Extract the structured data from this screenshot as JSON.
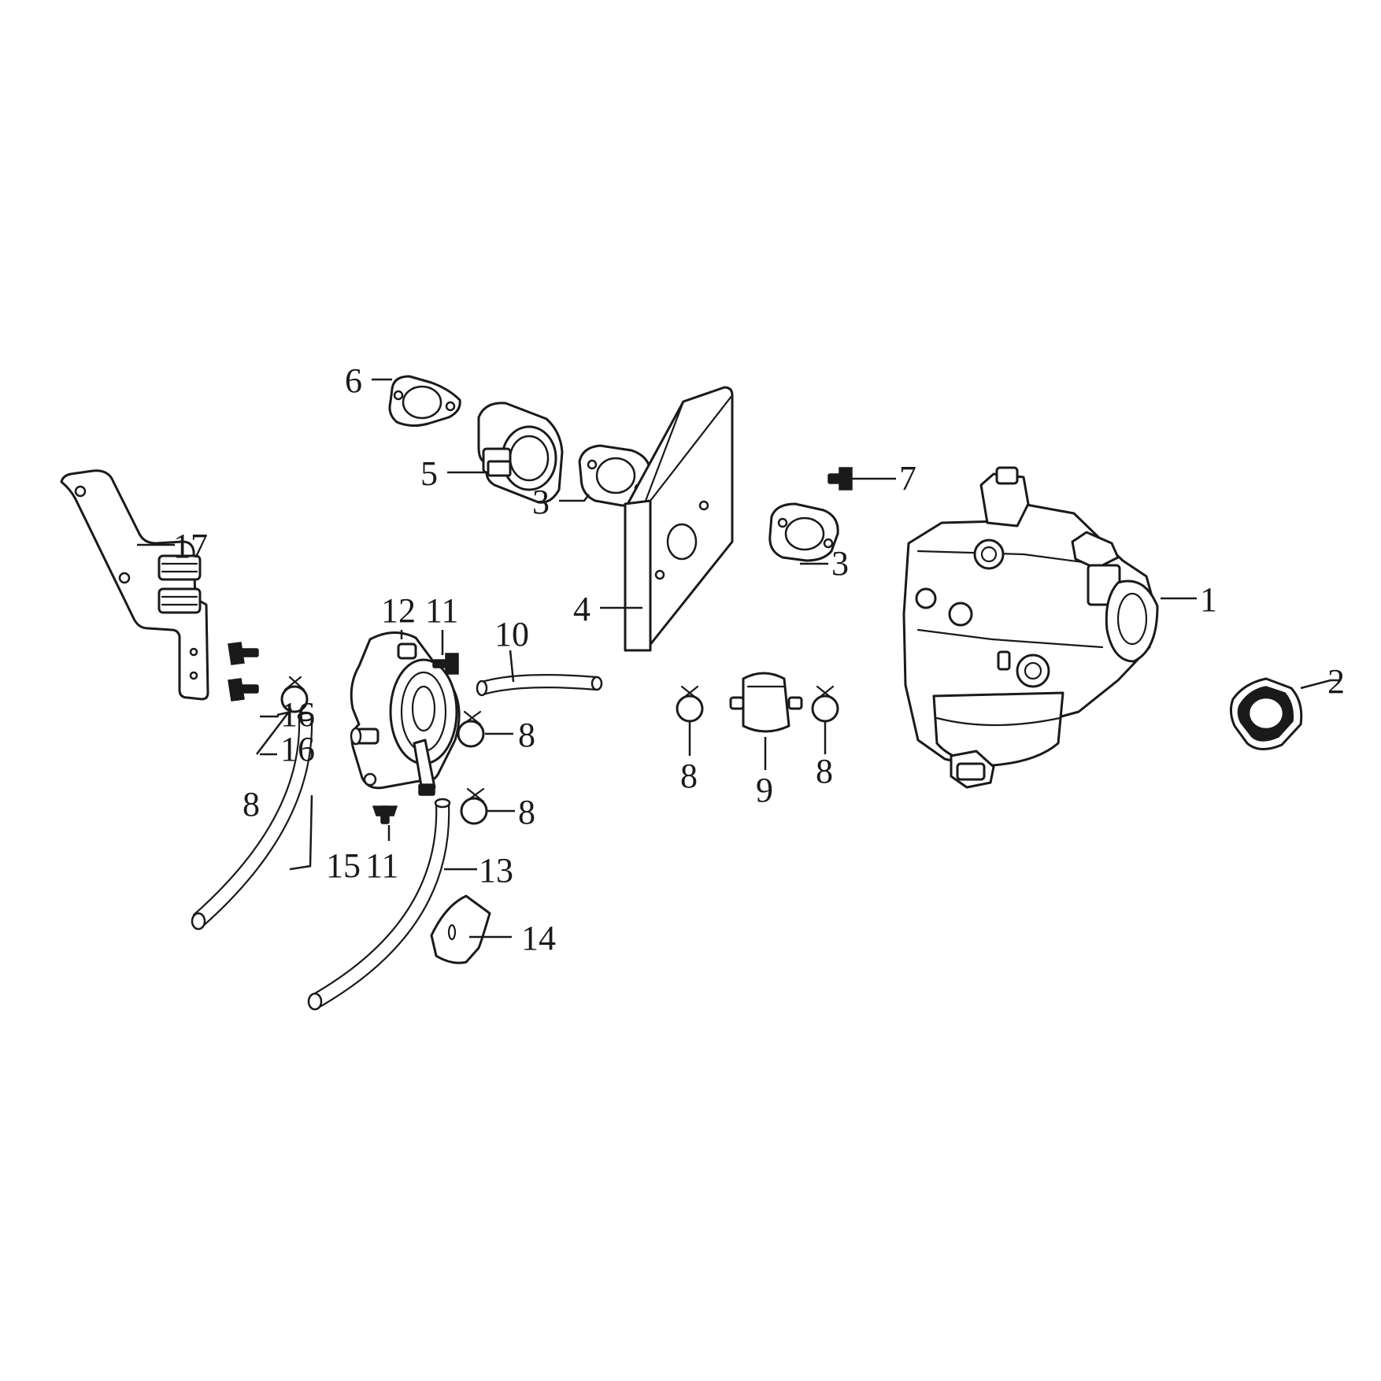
{
  "callouts": {
    "p1": "1",
    "p2": "2",
    "p3a": "3",
    "p3b": "3",
    "p4": "4",
    "p5": "5",
    "p6": "6",
    "p7": "7",
    "p8a": "8",
    "p8b": "8",
    "p8c": "8",
    "p8d": "8",
    "p8e": "8",
    "p9": "9",
    "p10": "10",
    "p11a": "11",
    "p11b": "11",
    "p12": "12",
    "p13": "13",
    "p14": "14",
    "p15": "15",
    "p16a": "16",
    "p16b": "16",
    "p17": "17"
  }
}
